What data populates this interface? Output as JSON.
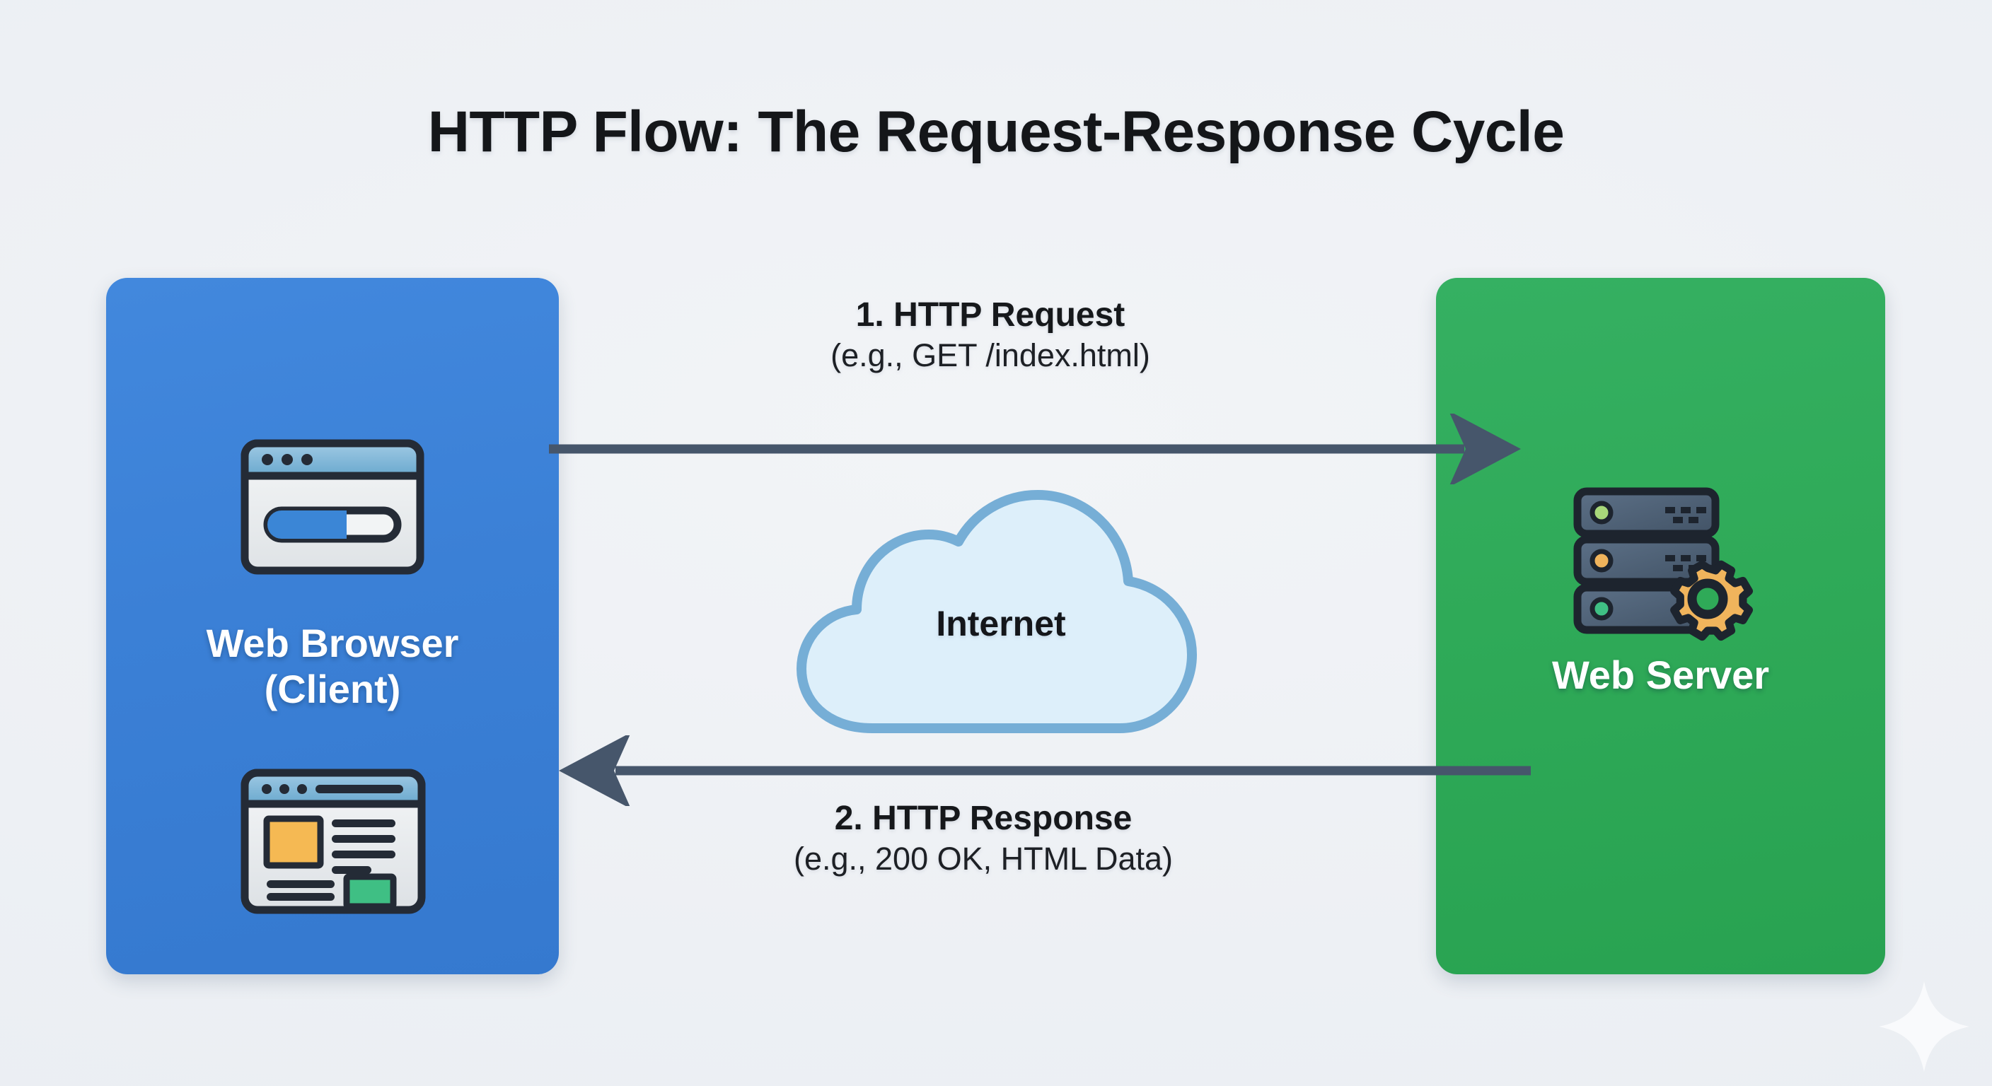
{
  "title": "HTTP Flow: The Request-Response Cycle",
  "nodes": {
    "client": {
      "label_line1": "Web Browser",
      "label_line2": "(Client)",
      "color": "#3b80d6",
      "icons": [
        "browser-window-loading-icon",
        "rendered-webpage-icon"
      ]
    },
    "server": {
      "label": "Web Server",
      "color": "#2faa58",
      "icons": [
        "server-rack-gear-icon"
      ]
    }
  },
  "network": {
    "label": "Internet",
    "cloud_fill": "#ddeffa",
    "cloud_stroke": "#76aed6"
  },
  "arrows": {
    "request": {
      "label_main": "1. HTTP Request",
      "label_sub": "(e.g., GET /index.html)",
      "direction": "client-to-server",
      "color": "#46566b"
    },
    "response": {
      "label_main": "2. HTTP Response",
      "label_sub": "(e.g., 200 OK, HTML Data)",
      "direction": "server-to-client",
      "color": "#46566b"
    }
  },
  "palette": {
    "background": "#eef1f5",
    "text": "#141619",
    "accent_orange": "#f0b45c",
    "accent_green": "#3fbf84",
    "icon_outline": "#242b36"
  }
}
